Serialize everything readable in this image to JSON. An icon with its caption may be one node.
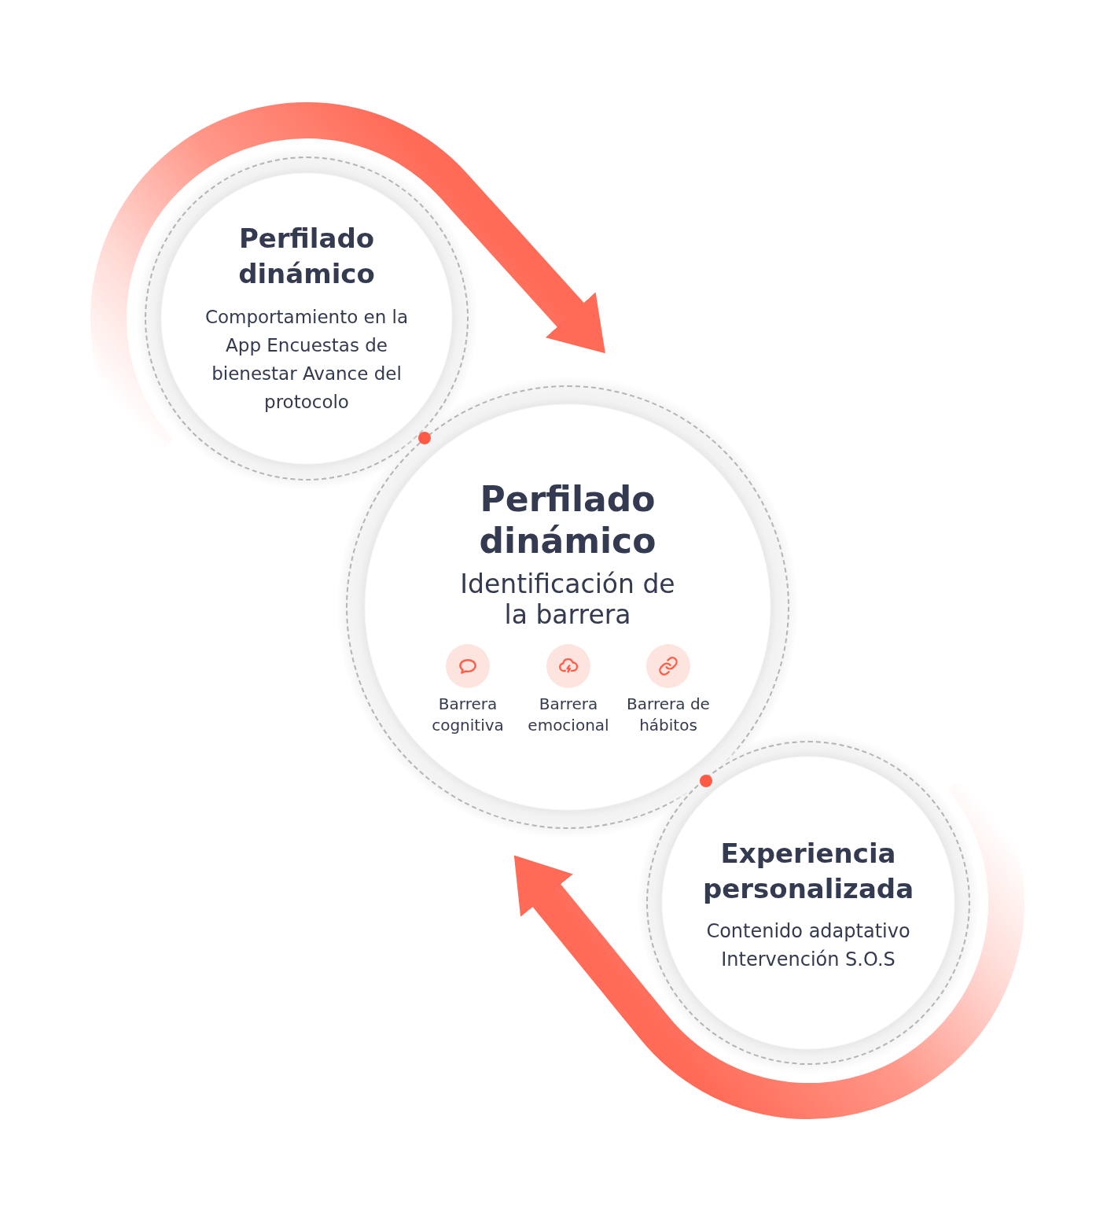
{
  "diagram": {
    "nodes": [
      {
        "text": [
          "Perfilado dinámico",
          "Comportamiento en la App Encuestas de bienestar Avance del protocolo"
        ]
      },
      {
        "text": [
          "Perfilado dinámico",
          "Identificación de la barrera"
        ]
      },
      {
        "text": [
          "Barrera cognitiva"
        ],
        "in": 1
      },
      {
        "text": [
          "Barrera emocional"
        ],
        "in": 1
      },
      {
        "text": [
          "Barrera de hábitos"
        ],
        "in": 1
      },
      {
        "text": [
          "Experiencia personalizada",
          "Contenido adaptativo Intervención S.O.S"
        ]
      }
    ],
    "edges": [
      {
        "from": 0,
        "to": 1,
        "arrow": "to"
      },
      {
        "from": 5,
        "to": 1,
        "arrow": "to"
      }
    ]
  }
}
